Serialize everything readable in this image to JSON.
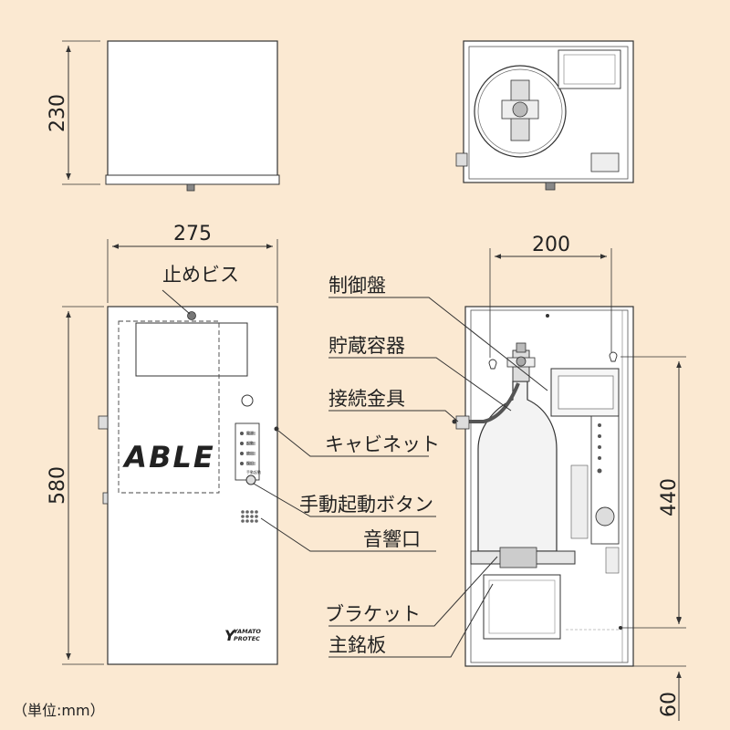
{
  "dimensions": {
    "top_height": "230",
    "width": "275",
    "height": "580",
    "mount_width": "200",
    "mount_height": "440",
    "bottom_offset": "60"
  },
  "callouts": {
    "stop_screw": "止めビス",
    "control_panel": "制御盤",
    "storage_container": "貯蔵容器",
    "connection_fitting": "接続金具",
    "cabinet": "キャビネット",
    "manual_start_button": "手動起動ボタン",
    "sound_port": "音響口",
    "bracket": "ブラケット",
    "main_nameplate": "主銘板"
  },
  "unit_note": "（単位:mm）",
  "front_logo": "ABLE",
  "maker_logo": [
    "YAMATO",
    "PROTEC"
  ],
  "panel_labels": [
    "電源",
    "起動",
    "放出",
    "復旧",
    "手動起動"
  ],
  "colors": {
    "background": "#fbe9d2",
    "line": "#333333",
    "body": "#ffffff"
  }
}
